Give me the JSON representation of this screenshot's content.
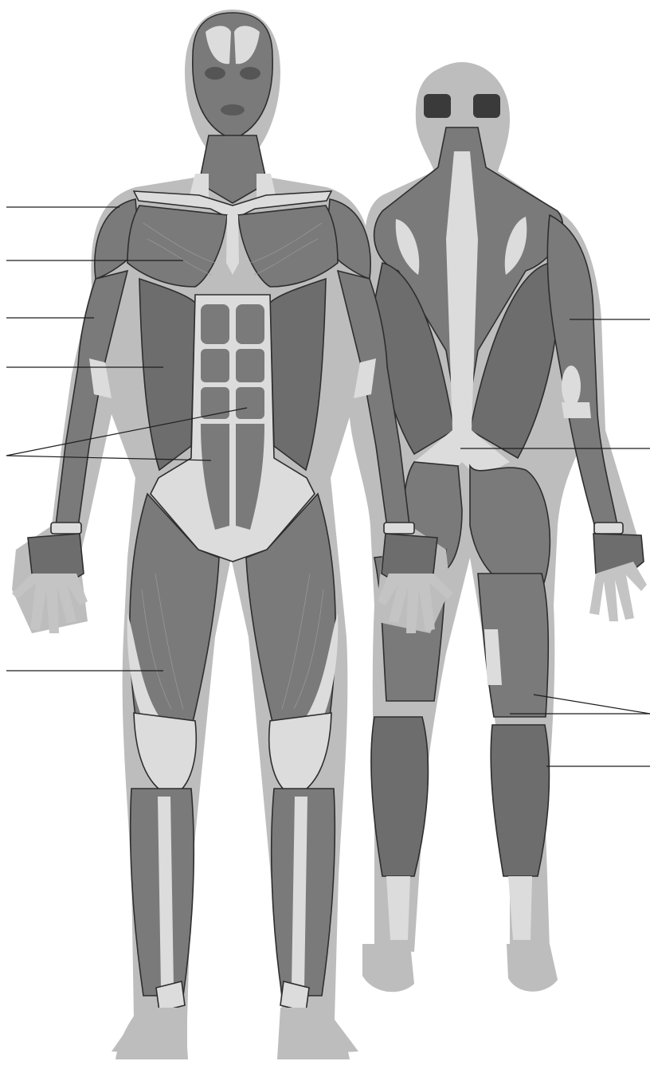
{
  "figure": {
    "views": [
      "anterior",
      "posterior"
    ],
    "labels_present": false,
    "colors": {
      "background": "#ffffff",
      "muscle": "#7a7a7a",
      "muscle_dark": "#6d6d6d",
      "tendon": "#dcdcdc",
      "skin_silhouette": "#bdbdbd",
      "outline": "#2e2e2e",
      "leader_line": "#1e1e1e"
    }
  },
  "leader_lines": {
    "anterior": [
      "deltoid",
      "pectoralis",
      "biceps",
      "serratus",
      "abdominals",
      "quadriceps"
    ],
    "posterior": [
      "triceps",
      "lumbar",
      "hamstrings",
      "calf"
    ]
  }
}
